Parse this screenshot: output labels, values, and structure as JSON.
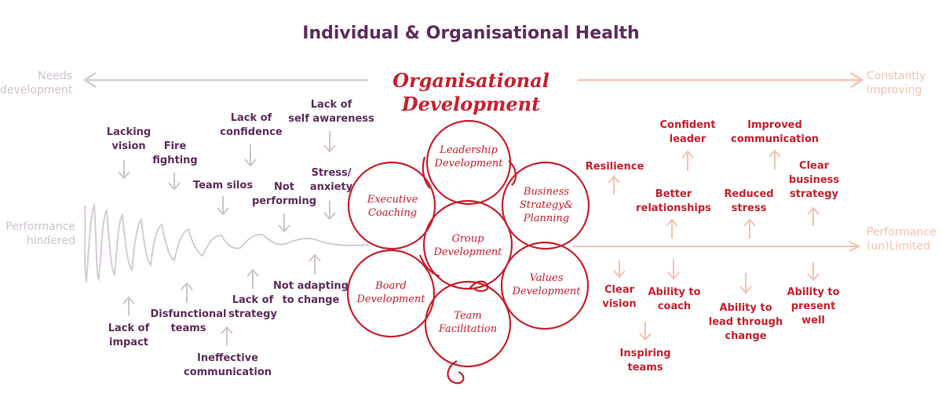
{
  "title": "Individual & Organisational Health",
  "center_title": "Organisational\nDevelopment",
  "axis": {
    "left_top": "Needs\ndevelopment",
    "right_top": "Constantly\nimproving",
    "left_mid": "Performance\nhindered",
    "right_mid": "Performance\n(un)Limited"
  },
  "petals": {
    "leadership": "Leadership\nDevelopment",
    "executive": "Executive\nCoaching",
    "business": "Business\nStrategy&\nPlanning",
    "group": "Group\nDevelopment",
    "board": "Board\nDevelopment",
    "values": "Values\nDevelopment",
    "team": "Team\nFacilitation"
  },
  "negatives": {
    "lacking_vision": "Lacking\nvision",
    "fire_fighting": "Fire\nfighting",
    "lack_confidence": "Lack of\nconfidence",
    "team_silos": "Team silos",
    "lack_self_awareness": "Lack of\nself awareness",
    "not_performing": "Not\nperforming",
    "stress_anxiety": "Stress/\nanxiety",
    "lack_impact": "Lack of\nimpact",
    "disfunctional_teams": "Disfunctional\nteams",
    "lack_strategy": "Lack of\nstrategy",
    "not_adapting": "Not adapting\nto change",
    "ineffective_communication": "Ineffective\ncommunication"
  },
  "positives": {
    "resilience": "Resilience",
    "confident_leader": "Confident\nleader",
    "improved_communication": "Improved\ncommunication",
    "better_relationships": "Better\nrelationships",
    "reduced_stress": "Reduced\nstress",
    "clear_business_strategy": "Clear\nbusiness\nstrategy",
    "clear_vision": "Clear\nvision",
    "ability_coach": "Ability to\ncoach",
    "ability_lead_change": "Ability to\nlead through\nchange",
    "ability_present": "Ability to\npresent\nwell",
    "inspiring_teams": "Inspiring\nteams"
  },
  "colors": {
    "purple": "#5e2c5c",
    "red": "#c8202d",
    "faint_purple": "#d6cbd7",
    "faint_peach": "#f2c2b2"
  }
}
